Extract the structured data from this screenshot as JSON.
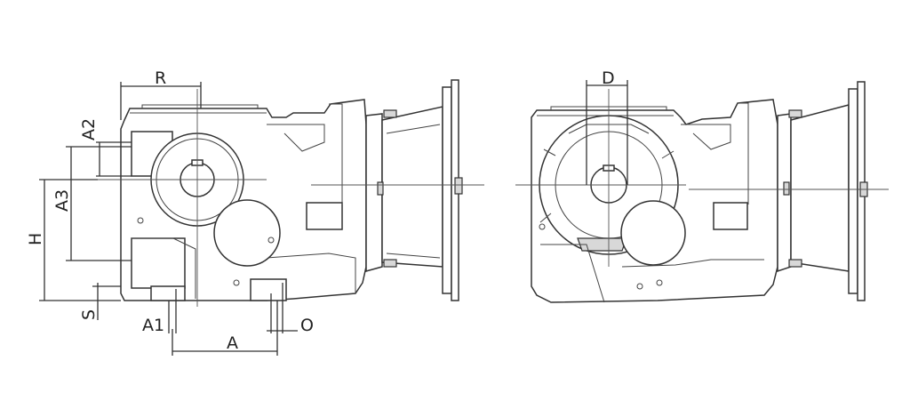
{
  "labels": {
    "R": "R",
    "A2": "A2",
    "A3": "A3",
    "H": "H",
    "S": "S",
    "A1": "A1",
    "A": "A",
    "O": "O",
    "D": "D"
  }
}
